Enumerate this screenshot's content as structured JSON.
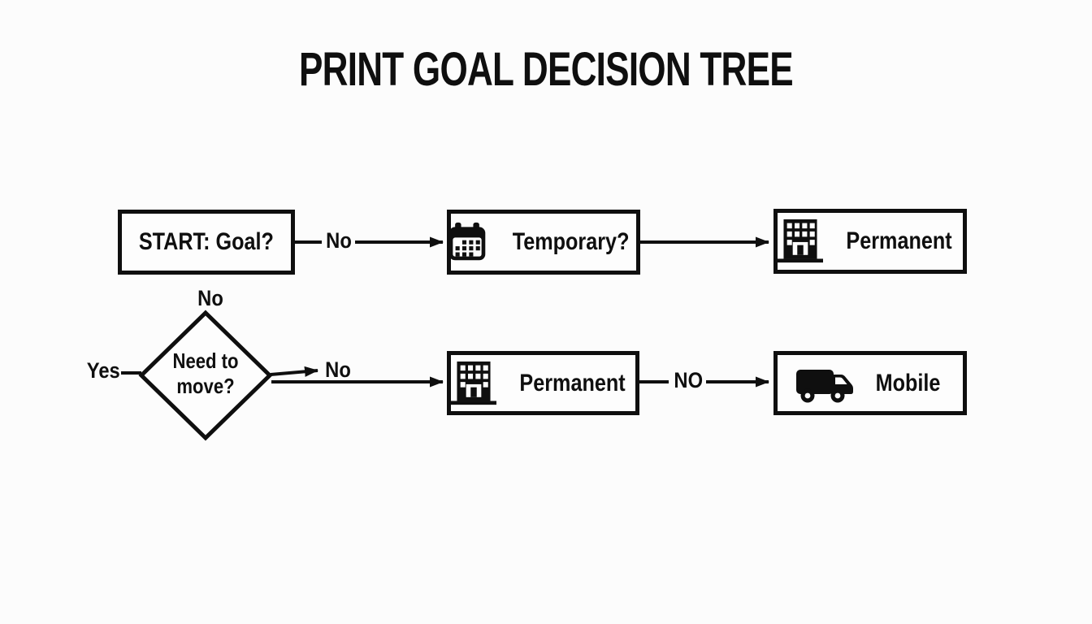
{
  "title": "PRINT GOAL DECISION TREE",
  "colors": {
    "background": "#fcfcfc",
    "ink": "#0f0f0f"
  },
  "nodes": {
    "start": {
      "label": "START: Goal?"
    },
    "temporary": {
      "label": "Temporary?",
      "icon": "calendar-icon"
    },
    "permanent_top": {
      "label": "Permanent",
      "icon": "building-icon"
    },
    "decision": {
      "label": "Need to move?"
    },
    "permanent_bottom": {
      "label": "Permanent",
      "icon": "building-icon"
    },
    "mobile": {
      "label": "Mobile",
      "icon": "truck-icon"
    }
  },
  "edges": {
    "start_to_temporary_label": "No",
    "decision_top_label": "No",
    "decision_left_label": "Yes",
    "decision_right_label": "No",
    "permanent_to_mobile_label": "NO"
  }
}
